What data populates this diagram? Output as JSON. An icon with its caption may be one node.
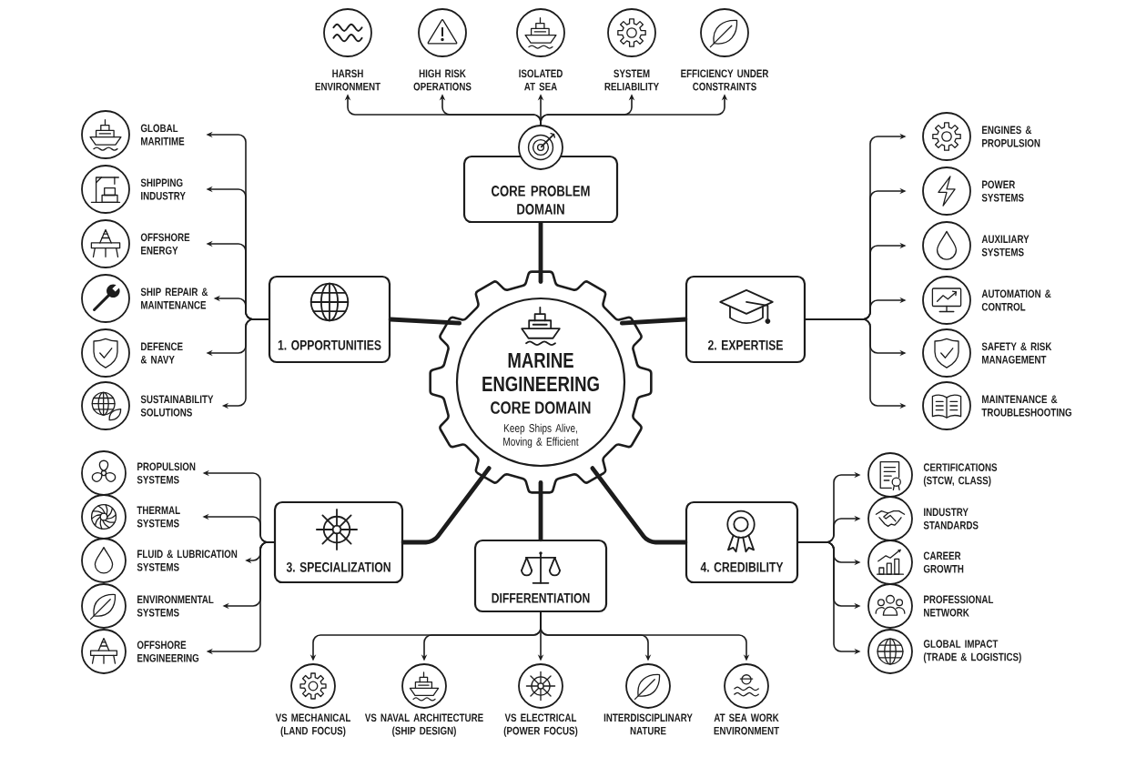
{
  "diagram": {
    "nodes": [
      {
        "text": [
          "MARINE ENGINEERING",
          "CORE DOMAIN",
          "Keep Ships Alive, Moving & Efficient"
        ]
      },
      {
        "text": [
          "CORE PROBLEM DOMAIN"
        ]
      },
      {
        "text": [
          "1. OPPORTUNITIES"
        ]
      },
      {
        "text": [
          "2. EXPERTISE"
        ]
      },
      {
        "text": [
          "3. SPECIALIZATION"
        ]
      },
      {
        "text": [
          "DIFFERENTIATION"
        ]
      },
      {
        "text": [
          "4. CREDIBILITY"
        ]
      },
      {
        "text": [
          "HARSH ENVIRONMENT"
        ]
      },
      {
        "text": [
          "HIGH RISK OPERATIONS"
        ]
      },
      {
        "text": [
          "ISOLATED AT SEA"
        ]
      },
      {
        "text": [
          "SYSTEM RELIABILITY"
        ]
      },
      {
        "text": [
          "EFFICIENCY UNDER CONSTRAINTS"
        ]
      },
      {
        "text": [
          "GLOBAL MARITIME"
        ]
      },
      {
        "text": [
          "SHIPPING INDUSTRY"
        ]
      },
      {
        "text": [
          "OFFSHORE ENERGY"
        ]
      },
      {
        "text": [
          "SHIP REPAIR & MAINTENANCE"
        ]
      },
      {
        "text": [
          "DEFENCE & NAVY"
        ]
      },
      {
        "text": [
          "SUSTAINABILITY SOLUTIONS"
        ]
      },
      {
        "text": [
          "ENGINES & PROPULSION"
        ]
      },
      {
        "text": [
          "POWER SYSTEMS"
        ]
      },
      {
        "text": [
          "AUXILIARY SYSTEMS"
        ]
      },
      {
        "text": [
          "AUTOMATION & CONTROL"
        ]
      },
      {
        "text": [
          "SAFETY & RISK MANAGEMENT"
        ]
      },
      {
        "text": [
          "MAINTENANCE & TROUBLESHOOTING"
        ]
      },
      {
        "text": [
          "PROPULSION SYSTEMS"
        ]
      },
      {
        "text": [
          "THERMAL SYSTEMS"
        ]
      },
      {
        "text": [
          "FLUID & LUBRICATION SYSTEMS"
        ]
      },
      {
        "text": [
          "ENVIRONMENTAL SYSTEMS"
        ]
      },
      {
        "text": [
          "OFFSHORE ENGINEERING"
        ]
      },
      {
        "text": [
          "VS MECHANICAL (LAND FOCUS)"
        ]
      },
      {
        "text": [
          "VS NAVAL ARCHITECTURE (SHIP DESIGN)"
        ]
      },
      {
        "text": [
          "VS ELECTRICAL (POWER FOCUS)"
        ]
      },
      {
        "text": [
          "INTERDISCIPLINARY NATURE"
        ]
      },
      {
        "text": [
          "AT SEA WORK ENVIRONMENT"
        ]
      },
      {
        "text": [
          "CERTIFICATIONS (STCW, CLASS)"
        ]
      },
      {
        "text": [
          "INDUSTRY STANDARDS"
        ]
      },
      {
        "text": [
          "CAREER GROWTH"
        ]
      },
      {
        "text": [
          "PROFESSIONAL NETWORK"
        ]
      },
      {
        "text": [
          "GLOBAL IMPACT (TRADE & LOGISTICS)"
        ]
      }
    ],
    "edges": [
      {
        "from": 0,
        "to": 1,
        "arrow": "none",
        "style": "thick"
      },
      {
        "from": 0,
        "to": 2,
        "arrow": "none",
        "style": "thick"
      },
      {
        "from": 0,
        "to": 3,
        "arrow": "none",
        "style": "thick"
      },
      {
        "from": 0,
        "to": 4,
        "arrow": "none",
        "style": "thick"
      },
      {
        "from": 0,
        "to": 5,
        "arrow": "none",
        "style": "thick"
      },
      {
        "from": 0,
        "to": 6,
        "arrow": "none",
        "style": "thick"
      },
      {
        "from": 1,
        "to": 7,
        "arrow": "to"
      },
      {
        "from": 1,
        "to": 8,
        "arrow": "to"
      },
      {
        "from": 1,
        "to": 9,
        "arrow": "to"
      },
      {
        "from": 1,
        "to": 10,
        "arrow": "to"
      },
      {
        "from": 1,
        "to": 11,
        "arrow": "to"
      },
      {
        "from": 2,
        "to": 12,
        "arrow": "to"
      },
      {
        "from": 2,
        "to": 13,
        "arrow": "to"
      },
      {
        "from": 2,
        "to": 14,
        "arrow": "to"
      },
      {
        "from": 2,
        "to": 15,
        "arrow": "to"
      },
      {
        "from": 2,
        "to": 16,
        "arrow": "to"
      },
      {
        "from": 2,
        "to": 17,
        "arrow": "to"
      },
      {
        "from": 3,
        "to": 18,
        "arrow": "to"
      },
      {
        "from": 3,
        "to": 19,
        "arrow": "to"
      },
      {
        "from": 3,
        "to": 20,
        "arrow": "to"
      },
      {
        "from": 3,
        "to": 21,
        "arrow": "to"
      },
      {
        "from": 3,
        "to": 22,
        "arrow": "to"
      },
      {
        "from": 3,
        "to": 23,
        "arrow": "to"
      },
      {
        "from": 4,
        "to": 24,
        "arrow": "to"
      },
      {
        "from": 4,
        "to": 25,
        "arrow": "to"
      },
      {
        "from": 4,
        "to": 26,
        "arrow": "to"
      },
      {
        "from": 4,
        "to": 27,
        "arrow": "to"
      },
      {
        "from": 4,
        "to": 28,
        "arrow": "to"
      },
      {
        "from": 5,
        "to": 29,
        "arrow": "to"
      },
      {
        "from": 5,
        "to": 30,
        "arrow": "to"
      },
      {
        "from": 5,
        "to": 31,
        "arrow": "to"
      },
      {
        "from": 5,
        "to": 32,
        "arrow": "to"
      },
      {
        "from": 5,
        "to": 33,
        "arrow": "to"
      },
      {
        "from": 6,
        "to": 34,
        "arrow": "to"
      },
      {
        "from": 6,
        "to": 35,
        "arrow": "to"
      },
      {
        "from": 6,
        "to": 36,
        "arrow": "to"
      },
      {
        "from": 6,
        "to": 37,
        "arrow": "to"
      },
      {
        "from": 6,
        "to": 38,
        "arrow": "to"
      }
    ]
  }
}
